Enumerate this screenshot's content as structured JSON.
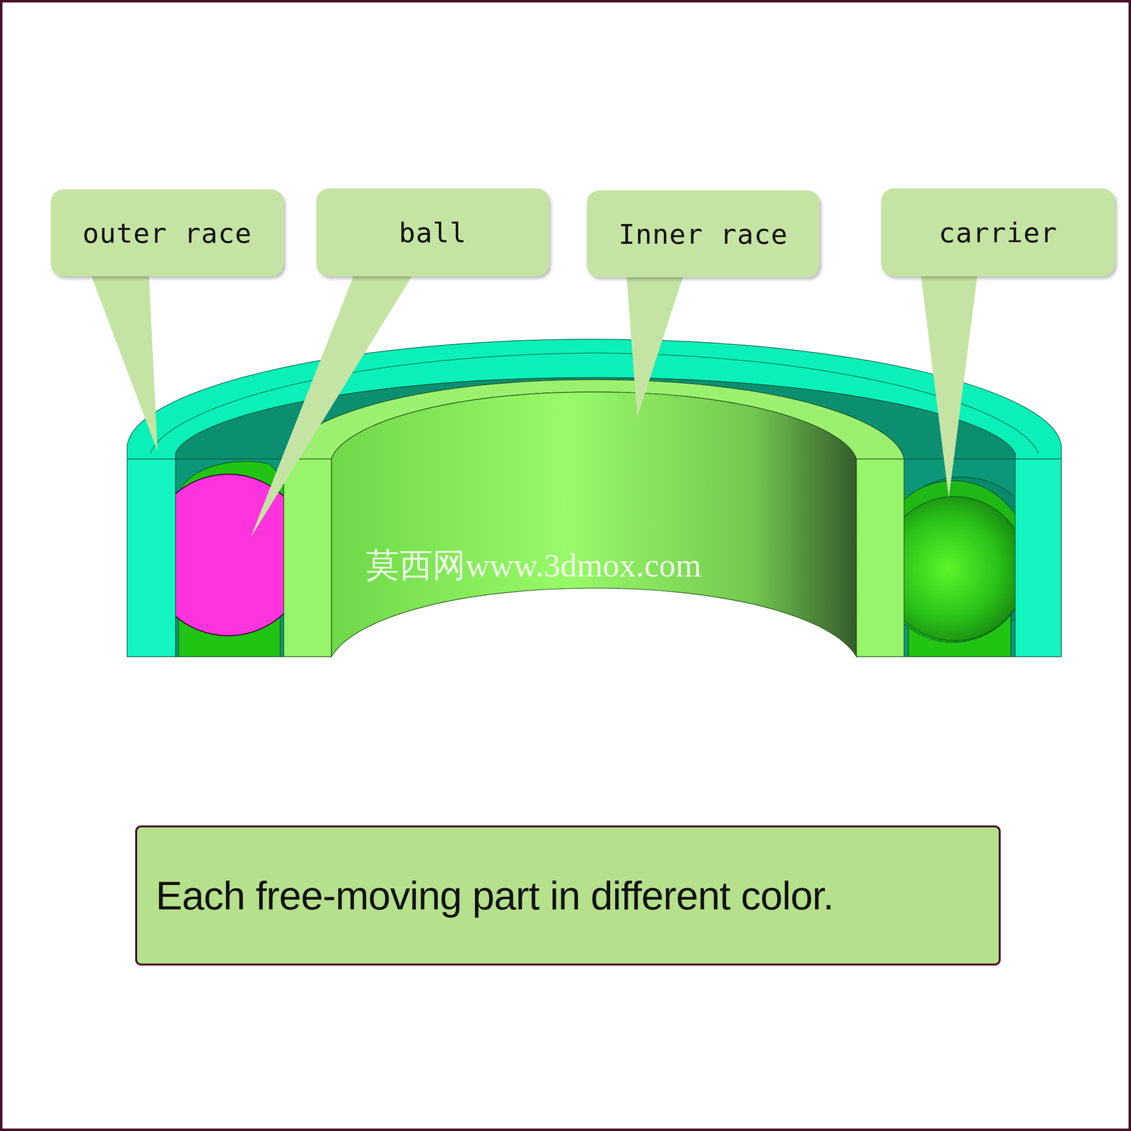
{
  "diagram": {
    "nodes": [
      {
        "text": [
          "outer race"
        ]
      },
      {
        "text": [
          "ball"
        ]
      },
      {
        "text": [
          "Inner race"
        ]
      },
      {
        "text": [
          "carrier"
        ]
      },
      {
        "text": [
          "Each free-moving part in different color."
        ]
      }
    ],
    "labels": [
      "莫西网www.3dmox.com"
    ]
  }
}
